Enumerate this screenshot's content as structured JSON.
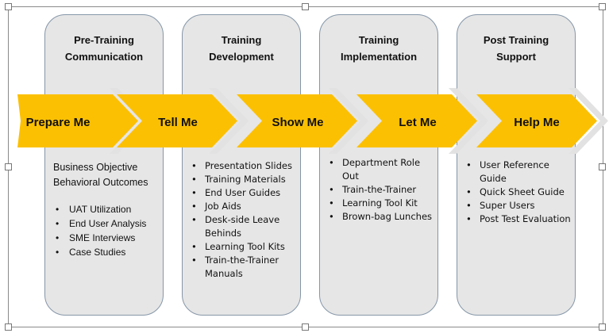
{
  "columns": [
    {
      "title": [
        "Pre-Training",
        "Communication"
      ],
      "intro": [
        "Business Objective",
        "Behavioral Outcomes"
      ],
      "items": [
        "UAT Utilization",
        "End User Analysis",
        "SME Interviews",
        "Case Studies"
      ]
    },
    {
      "title": [
        "Training",
        "Development"
      ],
      "items": [
        "Presentation Slides",
        "Training Materials",
        "End User Guides",
        "Job Aids",
        "Desk-side Leave Behinds",
        "Learning Tool Kits",
        "Train-the-Trainer Manuals"
      ]
    },
    {
      "title": [
        "Training",
        "Implementation"
      ],
      "items": [
        "Department Role Out",
        "Train-the-Trainer",
        "Learning Tool Kit",
        "Brown-bag Lunches"
      ]
    },
    {
      "title": [
        "Post Training",
        "Support"
      ],
      "items": [
        "User Reference Guide",
        "Quick Sheet Guide",
        "Super Users",
        "Post Test Evaluation"
      ]
    }
  ],
  "steps": [
    "Prepare Me",
    "Tell Me",
    "Show Me",
    "Let Me",
    "Help Me"
  ],
  "colors": {
    "chevron": "#fcc002",
    "box": "#e6e6e6"
  }
}
